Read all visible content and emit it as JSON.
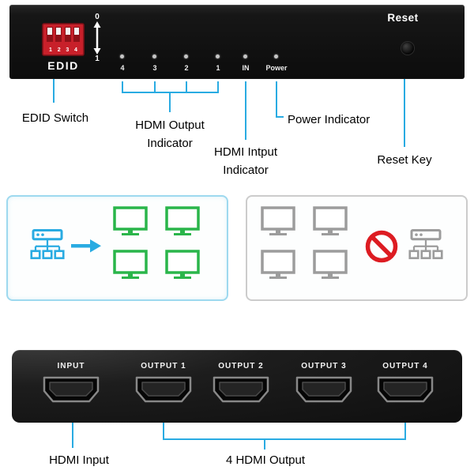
{
  "front_panel": {
    "edid_label": "EDID",
    "reset_label": "Reset",
    "dip_numbers": [
      "1",
      "2",
      "3",
      "4"
    ],
    "scale_zero": "0",
    "scale_one": "1",
    "led_labels": [
      "4",
      "3",
      "2",
      "1",
      "IN",
      "Power"
    ]
  },
  "annotations": {
    "edid_switch": "EDID Switch",
    "hdmi_output_line1": "HDMI Output",
    "hdmi_output_line2": "Indicator",
    "hdmi_input_line1": "HDMI Intput",
    "hdmi_input_line2": "Indicator",
    "power_indicator": "Power Indicator",
    "reset_key": "Reset Key"
  },
  "rear_panel": {
    "port_labels": [
      "INPUT",
      "OUTPUT 1",
      "OUTPUT 2",
      "OUTPUT 3",
      "OUTPUT 4"
    ]
  },
  "rear_annotations": {
    "hdmi_input": "HDMI Input",
    "hdmi_output": "4 HDMI Output"
  },
  "icons": {
    "dip_switch": "dip-switch-icon",
    "up_down_arrow": "up-down-arrow-icon",
    "led": "led-dot-icon",
    "reset_button": "reset-button-icon",
    "source_hub": "network-hub-icon",
    "right_arrow": "right-arrow-icon",
    "monitor": "monitor-icon",
    "no_symbol": "no-symbol-icon",
    "hdmi_port": "hdmi-port-icon"
  },
  "colors": {
    "annotation_blue": "#29abe2",
    "active_green": "#2ab54a",
    "inactive_gray": "#9c9c9c",
    "prohibition_red": "#dd1c22",
    "dip_switch_red": "#c8202a",
    "device_black": "#141414"
  }
}
